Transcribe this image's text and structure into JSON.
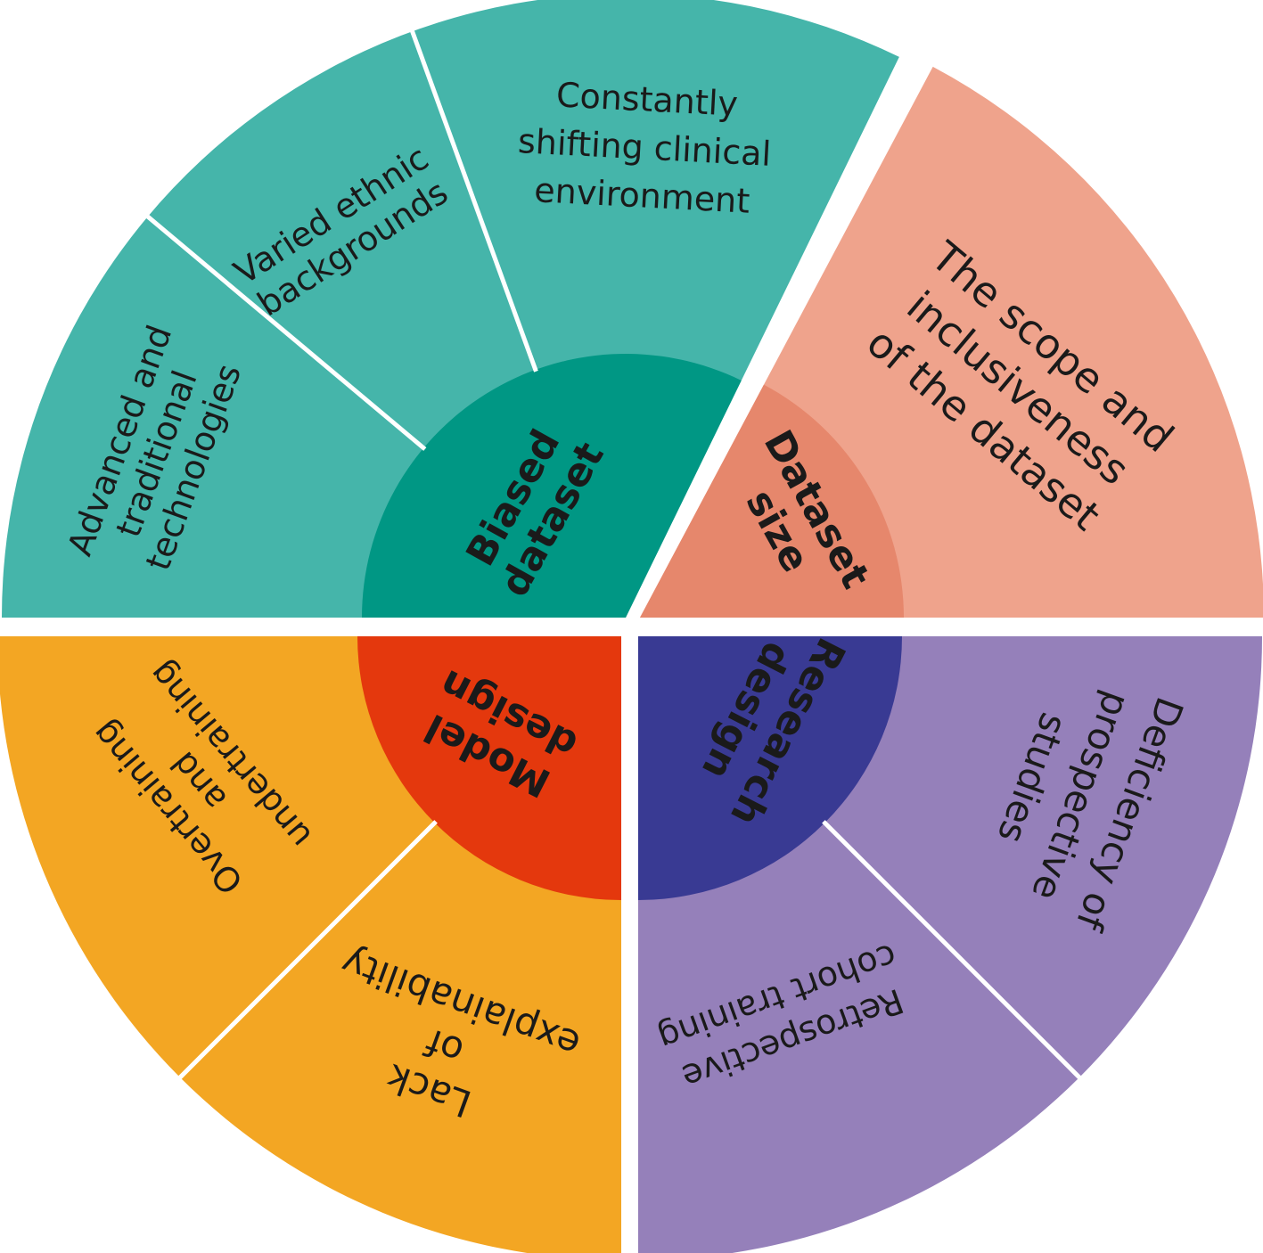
{
  "colors": {
    "teal_outer": "#45B5AA",
    "teal_inner": "#009784",
    "salmon_outer": "#EFA38C",
    "salmon_inner": "#E6876C",
    "orange_outer": "#F3A623",
    "orange_inner": "#E4380D",
    "purple_outer": "#9580BA",
    "purple_inner": "#393A93",
    "divider": "#ffffff",
    "text": "#1a1a1a"
  },
  "categories": [
    {
      "id": "biased-dataset",
      "label": [
        "Biased",
        "dataset"
      ],
      "items": [
        [
          "Advanced and",
          "traditional",
          "technologies"
        ],
        [
          "Varied ethnic",
          "backgrounds"
        ],
        [
          "Constantly",
          "shifting clinical",
          "environment"
        ]
      ]
    },
    {
      "id": "dataset-size",
      "label": [
        "Dataset",
        "size"
      ],
      "items": [
        [
          "The scope and",
          "inclusiveness",
          "of the dataset"
        ]
      ]
    },
    {
      "id": "research-design",
      "label": [
        "Research",
        "design"
      ],
      "items": [
        [
          "Deficiency of",
          "prospective",
          "studies"
        ],
        [
          "Retrospective",
          "cohort training"
        ]
      ]
    },
    {
      "id": "model-design",
      "label": [
        "Model",
        "design"
      ],
      "items": [
        [
          "Lack",
          "of",
          "explainability"
        ],
        [
          "Overtraining",
          "and",
          "undertraining"
        ]
      ]
    }
  ]
}
